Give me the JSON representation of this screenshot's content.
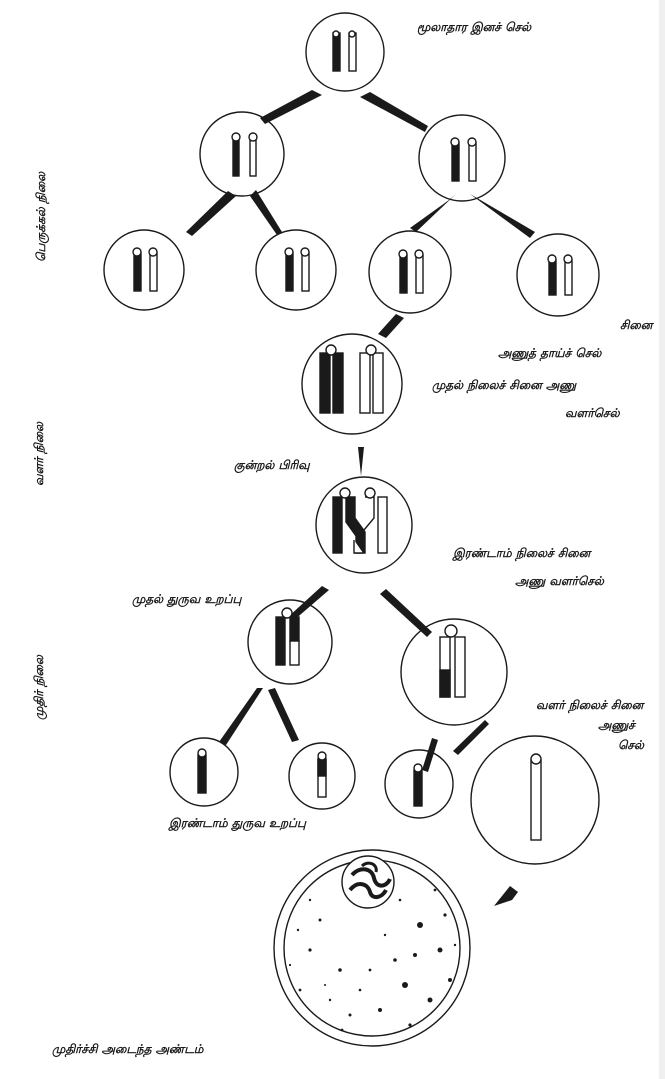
{
  "labels": {
    "primordial_germ_cell": "மூலாதார இனச் செல்",
    "sinai": "சினை",
    "ovum_mother_cell": "அணுத் தாய்ச் செல்",
    "primary_oocyte_line1": "முதல் நிலைச் சினை அணு",
    "primary_oocyte_line2": "வளர்செல்",
    "meiosis": "குன்றல் பிரிவு",
    "secondary_oocyte_line1": "இரண்டாம் நிலைச் சினை",
    "secondary_oocyte_line2": "அணு வளர்செல்",
    "first_polar_body": "முதல் துருவ உறப்பு",
    "mature_oocyte_line1": "வளர் நிலைச் சினை",
    "mature_oocyte_line2": "அணுச்",
    "mature_oocyte_line3": "செல்",
    "second_polar_body": "இரண்டாம் துருவ உறப்பு",
    "mature_ovum": "முதிர்ச்சி அடைந்த அண்டம்"
  },
  "stages": {
    "multiplication": "பெருக்கல் நிலை",
    "growth": "வளர் நிலை",
    "maturation": "முதிர் நிலை"
  }
}
